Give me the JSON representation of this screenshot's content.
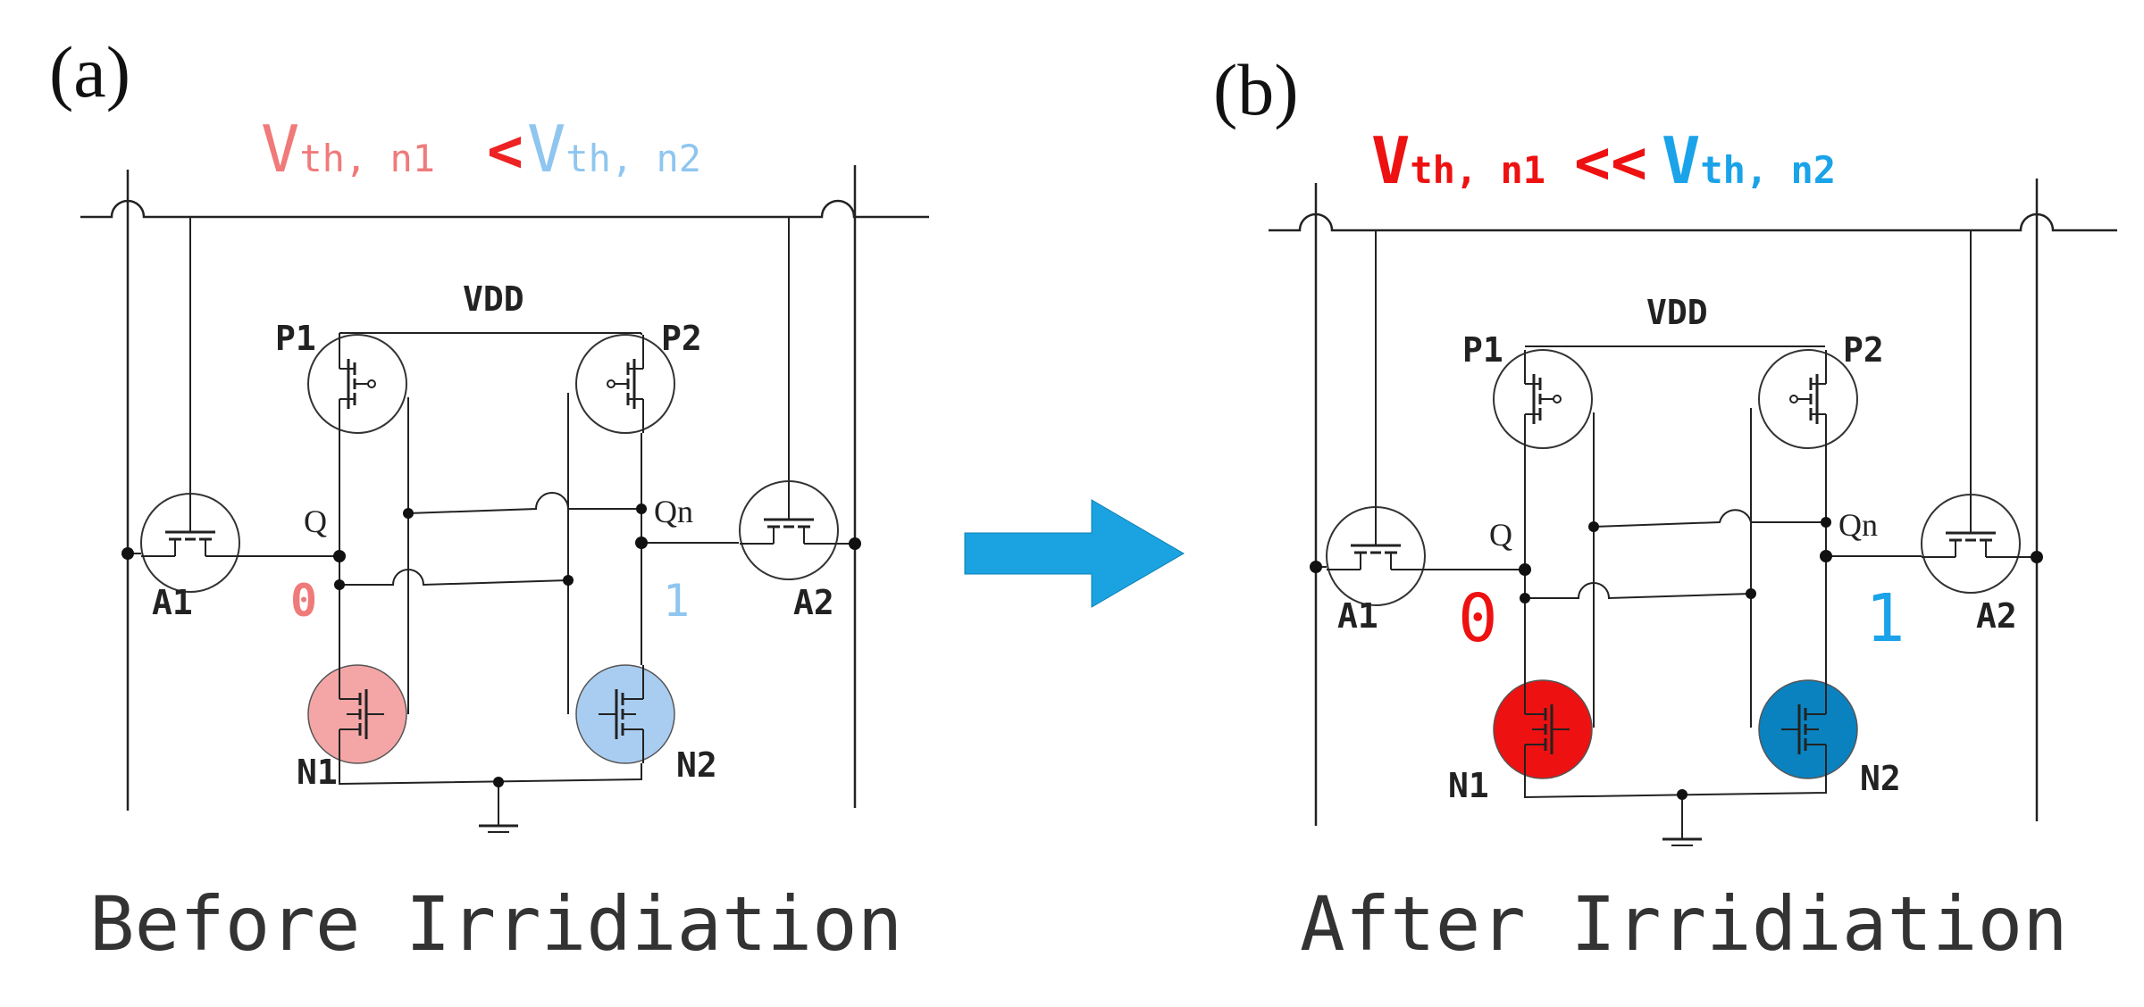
{
  "panels": {
    "a": {
      "tag": "(a)",
      "vth": {
        "n1_main": "V",
        "n1_sub": "th, n1",
        "relation": "<",
        "n2_main": "V",
        "n2_sub": "th, n2"
      },
      "vdd": "VDD",
      "p1": "P1",
      "p2": "P2",
      "a1": "A1",
      "a2": "A2",
      "n1": "N1",
      "n2": "N2",
      "q": "Q",
      "qn": "Qn",
      "state_q": "0",
      "state_qn": "1",
      "caption": "Before Irridiation",
      "colors": {
        "n1_fill": "#f4a6a6",
        "n2_fill": "#a9cdf0",
        "n1_text": "#f07a7a",
        "n2_text": "#8fc6f0",
        "relation": "#ee2222"
      }
    },
    "b": {
      "tag": "(b)",
      "vth": {
        "n1_main": "V",
        "n1_sub": "th, n1",
        "relation": "<<",
        "n2_main": "V",
        "n2_sub": "th, n2"
      },
      "vdd": "VDD",
      "p1": "P1",
      "p2": "P2",
      "a1": "A1",
      "a2": "A2",
      "n1": "N1",
      "n2": "N2",
      "q": "Q",
      "qn": "Qn",
      "state_q": "0",
      "state_qn": "1",
      "caption": "After Irridiation",
      "colors": {
        "n1_fill": "#ee1111",
        "n2_fill": "#0a82c0",
        "n1_text": "#ee1111",
        "n2_text": "#1aa3e8",
        "relation": "#ee1111"
      }
    }
  },
  "arrow": {
    "color": "#1aa3e0",
    "name": "right-arrow"
  }
}
